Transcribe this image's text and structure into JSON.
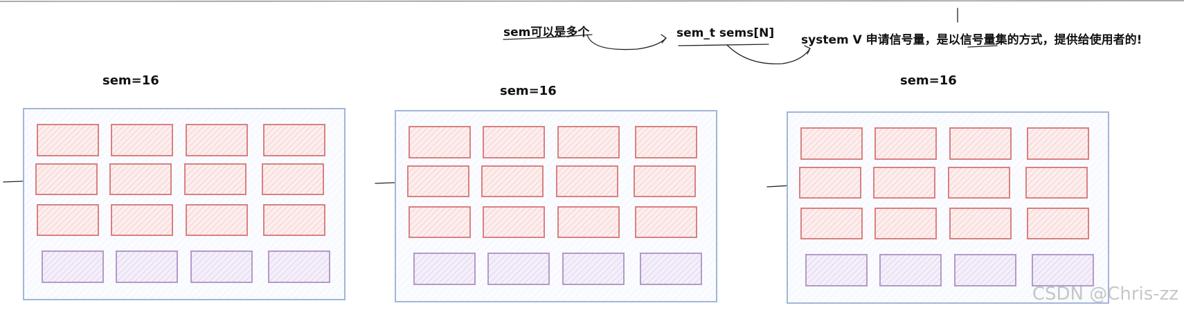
{
  "annotations": {
    "sem_multiple": "sem可以是多个",
    "sem_array": "sem_t sems[N]",
    "system_v_note": "system V 申请信号量，是以信号量集的方式，提供给使用者的!"
  },
  "panels": [
    {
      "label": "sem=16"
    },
    {
      "label": "sem=16"
    },
    {
      "label": "sem=16"
    }
  ],
  "watermark": "CSDN @Chris-zz",
  "colors": {
    "panel_border": "#9fb6d8",
    "cell_red": "#d98080",
    "cell_purple": "#b39ac9"
  }
}
